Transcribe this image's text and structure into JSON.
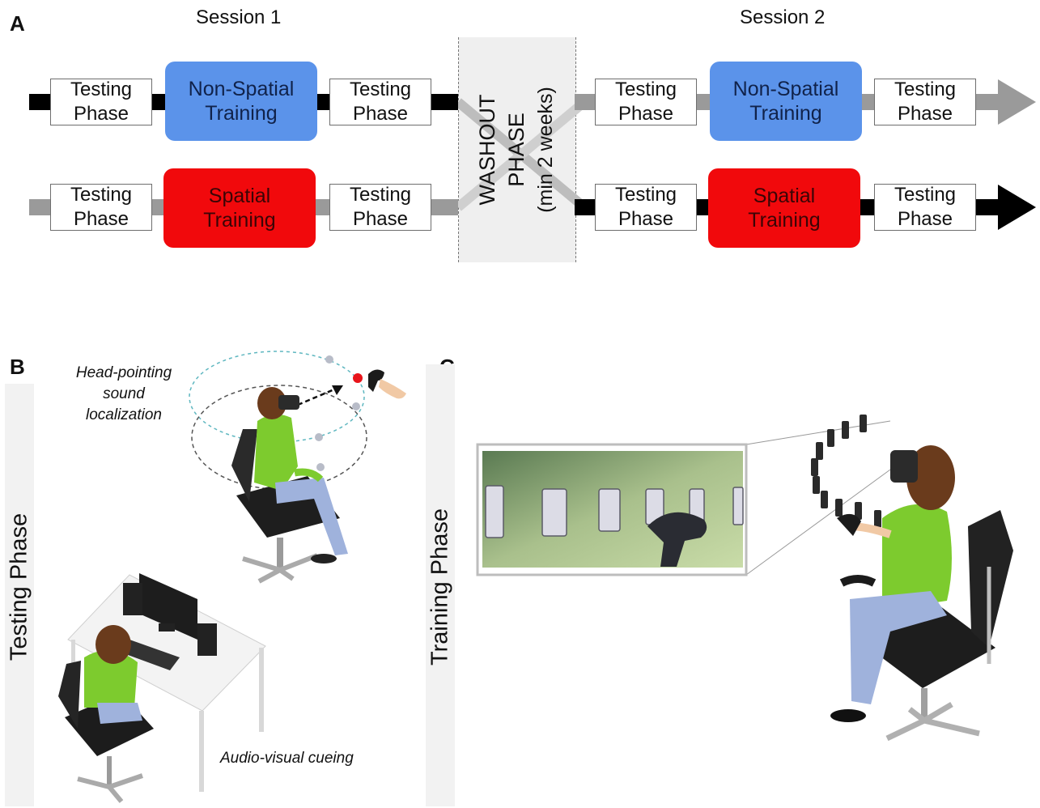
{
  "panel_a": {
    "letter": "A",
    "session1": "Session 1",
    "session2": "Session 2",
    "testing_phase": "Testing\nPhase",
    "non_spatial": "Non-Spatial\nTraining",
    "spatial": "Spatial\nTraining",
    "washout_line1": "WASHOUT",
    "washout_line2": "PHASE",
    "washout_line3": "(min 2 weeks)",
    "colors": {
      "non_spatial": "#5b93ea",
      "spatial": "#f1090c",
      "track_black": "#000000",
      "track_gray": "#9a9a9a",
      "washout_bg": "#efefef"
    }
  },
  "panel_b": {
    "letter": "B",
    "side_label": "Testing Phase",
    "note_head": "Head-pointing\nsound\nlocalization",
    "note_av": "Audio-visual cueing"
  },
  "panel_c": {
    "letter": "C",
    "side_label": "Training Phase"
  }
}
